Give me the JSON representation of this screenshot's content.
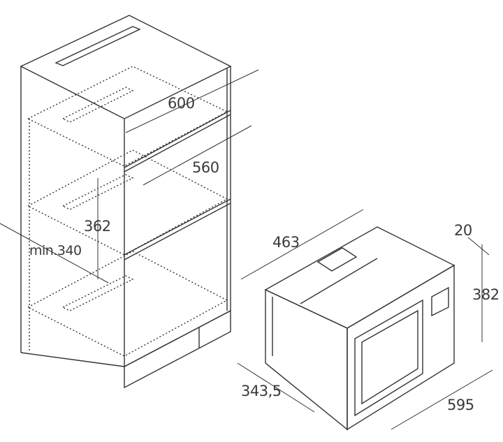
{
  "dimensions": {
    "cabinet_width": "600",
    "cabinet_depth": "560",
    "niche_height": "362",
    "min_height": "min.340",
    "microwave_depth": "463",
    "frame_depth": "20",
    "microwave_height": "382",
    "body_depth": "343,5",
    "microwave_width": "595"
  }
}
